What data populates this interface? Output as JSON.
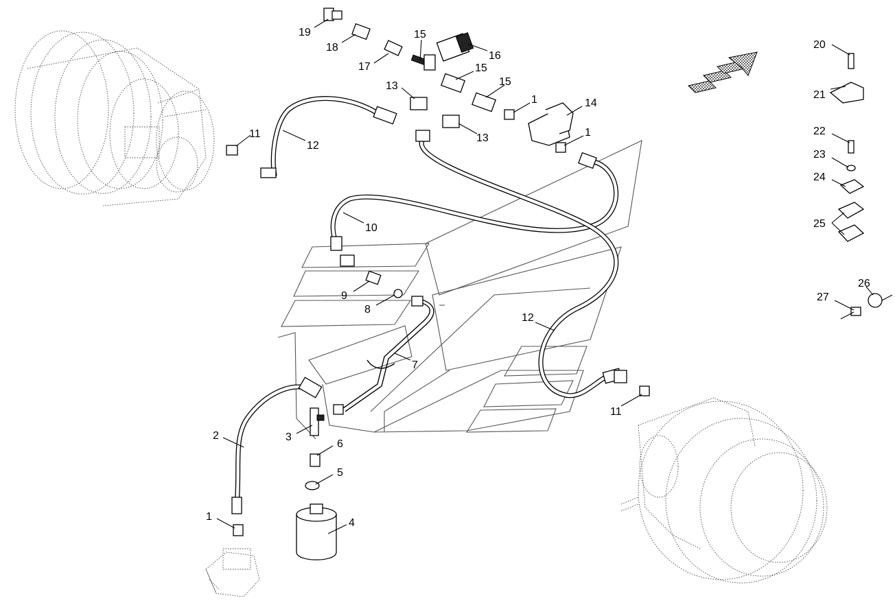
{
  "callouts": [
    {
      "id": "c19",
      "text": "19"
    },
    {
      "id": "c18",
      "text": "18"
    },
    {
      "id": "c17",
      "text": "17"
    },
    {
      "id": "c15a",
      "text": "15"
    },
    {
      "id": "c16",
      "text": "16"
    },
    {
      "id": "c15b",
      "text": "15"
    },
    {
      "id": "c15c",
      "text": "15"
    },
    {
      "id": "c13a",
      "text": "13"
    },
    {
      "id": "c1a",
      "text": "1"
    },
    {
      "id": "c14",
      "text": "14"
    },
    {
      "id": "c11a",
      "text": "11"
    },
    {
      "id": "c12a",
      "text": "12"
    },
    {
      "id": "c13b",
      "text": "13"
    },
    {
      "id": "c1b",
      "text": "1"
    },
    {
      "id": "c10",
      "text": "10"
    },
    {
      "id": "c9",
      "text": "9"
    },
    {
      "id": "c8",
      "text": "8"
    },
    {
      "id": "c7",
      "text": "7"
    },
    {
      "id": "c12b",
      "text": "12"
    },
    {
      "id": "c2",
      "text": "2"
    },
    {
      "id": "c3",
      "text": "3"
    },
    {
      "id": "c6",
      "text": "6"
    },
    {
      "id": "c5",
      "text": "5"
    },
    {
      "id": "c1c",
      "text": "1"
    },
    {
      "id": "c4",
      "text": "4"
    },
    {
      "id": "c11b",
      "text": "11"
    },
    {
      "id": "c20",
      "text": "20"
    },
    {
      "id": "c21",
      "text": "21"
    },
    {
      "id": "c22",
      "text": "22"
    },
    {
      "id": "c23",
      "text": "23"
    },
    {
      "id": "c24",
      "text": "24"
    },
    {
      "id": "c25",
      "text": "25"
    },
    {
      "id": "c26",
      "text": "26"
    },
    {
      "id": "c27",
      "text": "27"
    }
  ],
  "colors": {
    "line": "#000000",
    "background": "#ffffff",
    "ghost": "#555555"
  },
  "icons": {
    "direction": "travel-direction-arrow-icon"
  }
}
